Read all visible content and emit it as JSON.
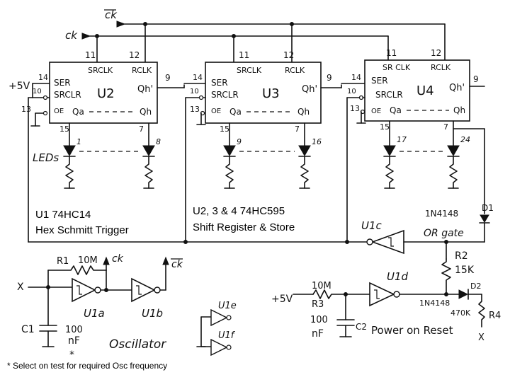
{
  "signals": {
    "ck": "ck",
    "ck_bar": "ck"
  },
  "supply": {
    "vplus": "+5V"
  },
  "chips": [
    {
      "name": "U2",
      "ser": "SER",
      "srclr": "SRCLR",
      "oe": "OE",
      "qa": "Qa",
      "qh": "Qh",
      "qh_out": "Qh'",
      "srclk": "SRCLK",
      "rclk": "RCLK",
      "pins": {
        "srclk": "11",
        "rclk": "12",
        "ser": "14",
        "srclr": "10",
        "oe": "13",
        "qh_out": "9",
        "qa": "15",
        "qh": "7"
      }
    },
    {
      "name": "U3",
      "ser": "SER",
      "srclr": "SRCLR",
      "oe": "OE",
      "qa": "Qa",
      "qh": "Qh",
      "qh_out": "Qh'",
      "srclk": "SRCLK",
      "rclk": "RCLK",
      "pins": {
        "srclk": "11",
        "rclk": "12",
        "ser": "14",
        "srclr": "10",
        "oe": "13",
        "qh_out": "9",
        "qa": "15",
        "qh": "7"
      }
    },
    {
      "name": "U4",
      "ser": "SER",
      "srclr": "SRCLR",
      "oe": "OE",
      "qa": "Qa",
      "qh": "Qh",
      "qh_out": "Qh'",
      "srclk": "SR CLK",
      "rclk": "RCLK",
      "pins": {
        "srclk": "11",
        "rclk": "12",
        "ser": "14",
        "srclr": "10",
        "oe": "13",
        "qh_out": "9",
        "qa": "15",
        "qh": "7"
      }
    }
  ],
  "leds": {
    "label": "LEDs",
    "numbers": [
      "1",
      "8",
      "9",
      "16",
      "17",
      "24"
    ]
  },
  "captions": {
    "u1_line1": "U1 74HC14",
    "u1_line2": "Hex Schmitt Trigger",
    "u234_line1": "U2, 3 & 4 74HC595",
    "u234_line2": "Shift Register & Store"
  },
  "or_gate": {
    "d1_label": "D1",
    "d1_part": "1N4148",
    "gate_label": "OR gate",
    "gate_name": "U1c"
  },
  "oscillator": {
    "r1": "R1",
    "r1_value": "10M",
    "c1": "C1",
    "c1_value_1": "100",
    "c1_value_2": "nF",
    "asterisk": "*",
    "gate_a": "U1a",
    "gate_b": "U1b",
    "label": "Oscillator",
    "x_mark": "X"
  },
  "spare_gates": {
    "e": "U1e",
    "f": "U1f"
  },
  "reset": {
    "r2": "R2",
    "r2_value": "15K",
    "r3": "R3",
    "r3_value": "10M",
    "c2": "C2",
    "c2_value_1": "100",
    "c2_value_2": "nF",
    "gate_d": "U1d",
    "d2": "D2",
    "d2_part": "1N4148",
    "r4": "R4",
    "r4_value": "470K",
    "x_mark": "X",
    "label": "Power on Reset"
  },
  "footnote": "* Select on test for required Osc frequency"
}
